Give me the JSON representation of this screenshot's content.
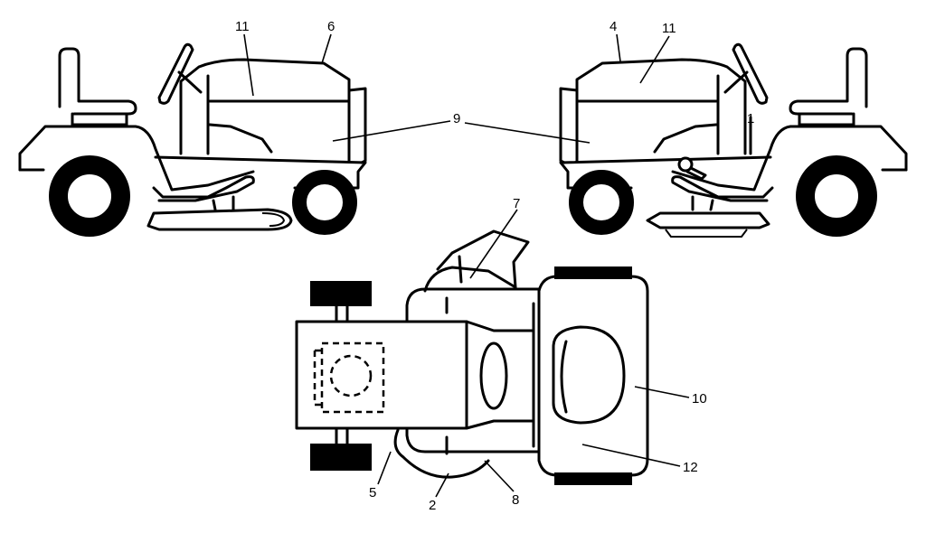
{
  "callouts": [
    {
      "id": "c11a",
      "text": "11"
    },
    {
      "id": "c6",
      "text": "6"
    },
    {
      "id": "c4",
      "text": "4"
    },
    {
      "id": "c11b",
      "text": "11"
    },
    {
      "id": "c9",
      "text": "9"
    },
    {
      "id": "c1",
      "text": "1"
    },
    {
      "id": "c7",
      "text": "7"
    },
    {
      "id": "c10",
      "text": "10"
    },
    {
      "id": "c12",
      "text": "12"
    },
    {
      "id": "c5",
      "text": "5"
    },
    {
      "id": "c2",
      "text": "2"
    },
    {
      "id": "c8",
      "text": "8"
    }
  ]
}
